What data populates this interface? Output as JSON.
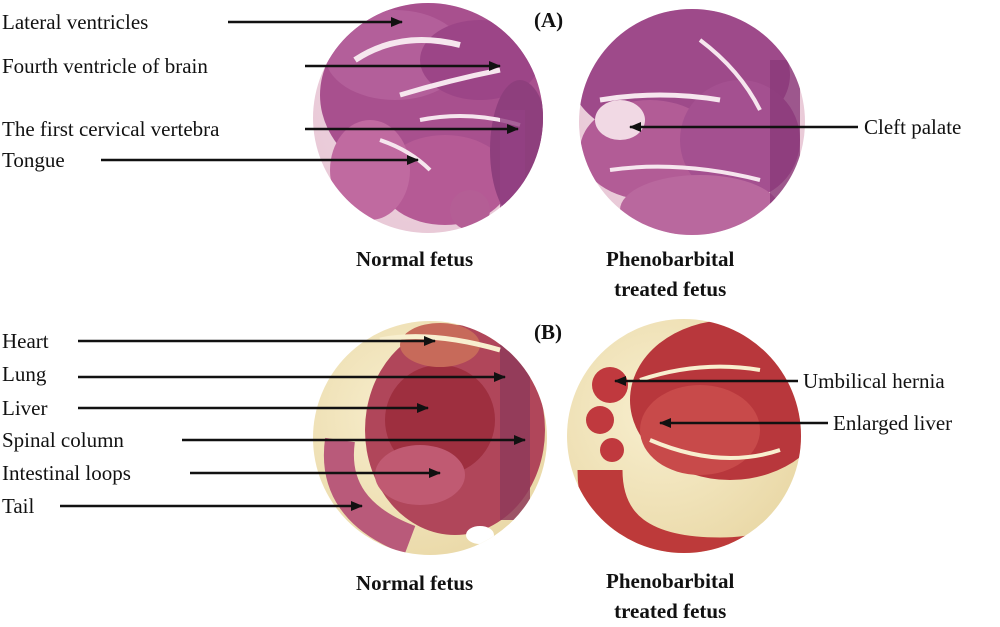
{
  "panel_a": {
    "title": "(A)",
    "normal_caption": "Normal fetus",
    "treated_caption_line1": "Phenobarbital",
    "treated_caption_line2": "treated fetus",
    "labels": {
      "lateral_ventricles": "Lateral ventricles",
      "fourth_ventricle": "Fourth ventricle of brain",
      "first_cervical_vertebra": "The first cervical vertebra",
      "tongue": "Tongue",
      "cleft_palate": "Cleft palate"
    }
  },
  "panel_b": {
    "title": "(B)",
    "normal_caption": "Normal fetus",
    "treated_caption_line1": "Phenobarbital",
    "treated_caption_line2": "treated fetus",
    "labels": {
      "heart": "Heart",
      "lung": "Lung",
      "liver": "Liver",
      "spinal_column": "Spinal column",
      "intestinal_loops": "Intestinal loops",
      "tail": "Tail",
      "umbilical_hernia": "Umbilical hernia",
      "enlarged_liver": "Enlarged liver"
    }
  },
  "colors": {
    "tissue_purple": "#a8508e",
    "tissue_red": "#b8373c",
    "background_cream": "#f3e6c2"
  }
}
